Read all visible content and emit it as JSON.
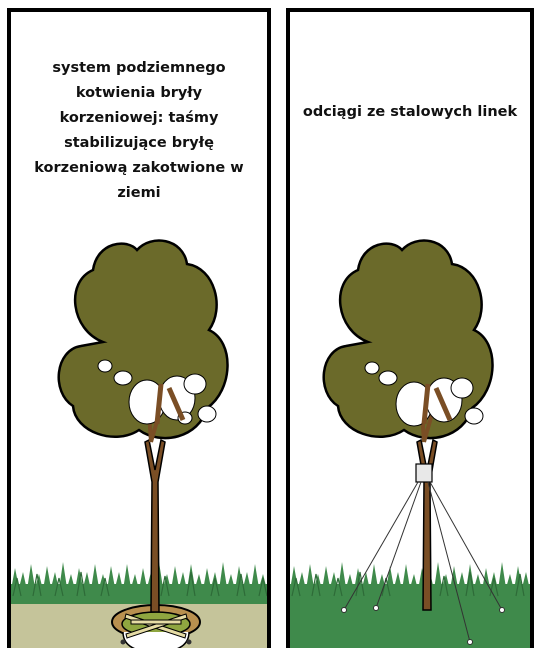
{
  "panels": [
    {
      "id": "left",
      "caption": "system podziemnego kotwienia bryły korzeniowej: taśmy stabilizujące bryłę korzeniową zakotwione w ziemi"
    },
    {
      "id": "right",
      "caption": "odciągi ze stalowych linek"
    }
  ],
  "colors": {
    "canopy": "#6b6a2a",
    "trunk": "#7a4e25",
    "grass": "#3f8a4b",
    "soil": "#c5c49a",
    "rootball": "#8fa640",
    "strap": "#e6dca5",
    "cable": "#333333",
    "collar": "#e8e8e8"
  }
}
